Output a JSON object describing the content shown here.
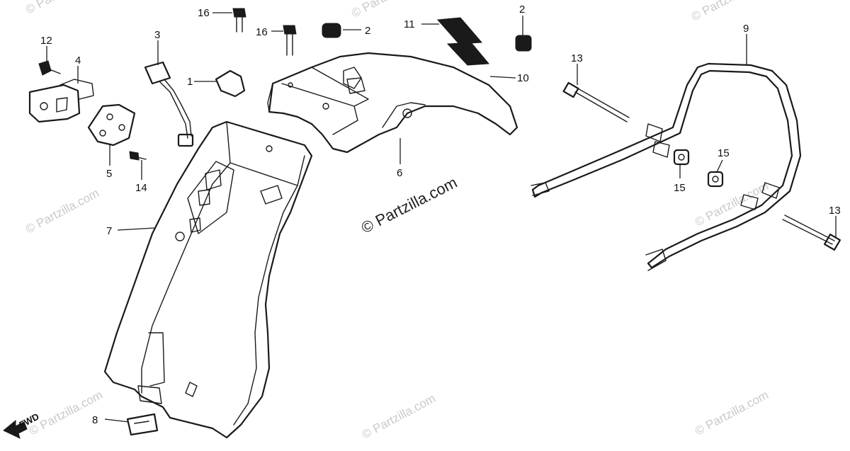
{
  "watermark": {
    "main": "© Partzilla.com",
    "faint": "© Partzilla.com"
  },
  "fwd_label": "FWD",
  "callouts": {
    "c1": "1",
    "c2a": "2",
    "c2b": "2",
    "c3": "3",
    "c4": "4",
    "c5": "5",
    "c6": "6",
    "c7": "7",
    "c8": "8",
    "c9": "9",
    "c10": "10",
    "c11": "11",
    "c12": "12",
    "c13a": "13",
    "c13b": "13",
    "c14": "14",
    "c15a": "15",
    "c15b": "15",
    "c16a": "16",
    "c16b": "16"
  }
}
